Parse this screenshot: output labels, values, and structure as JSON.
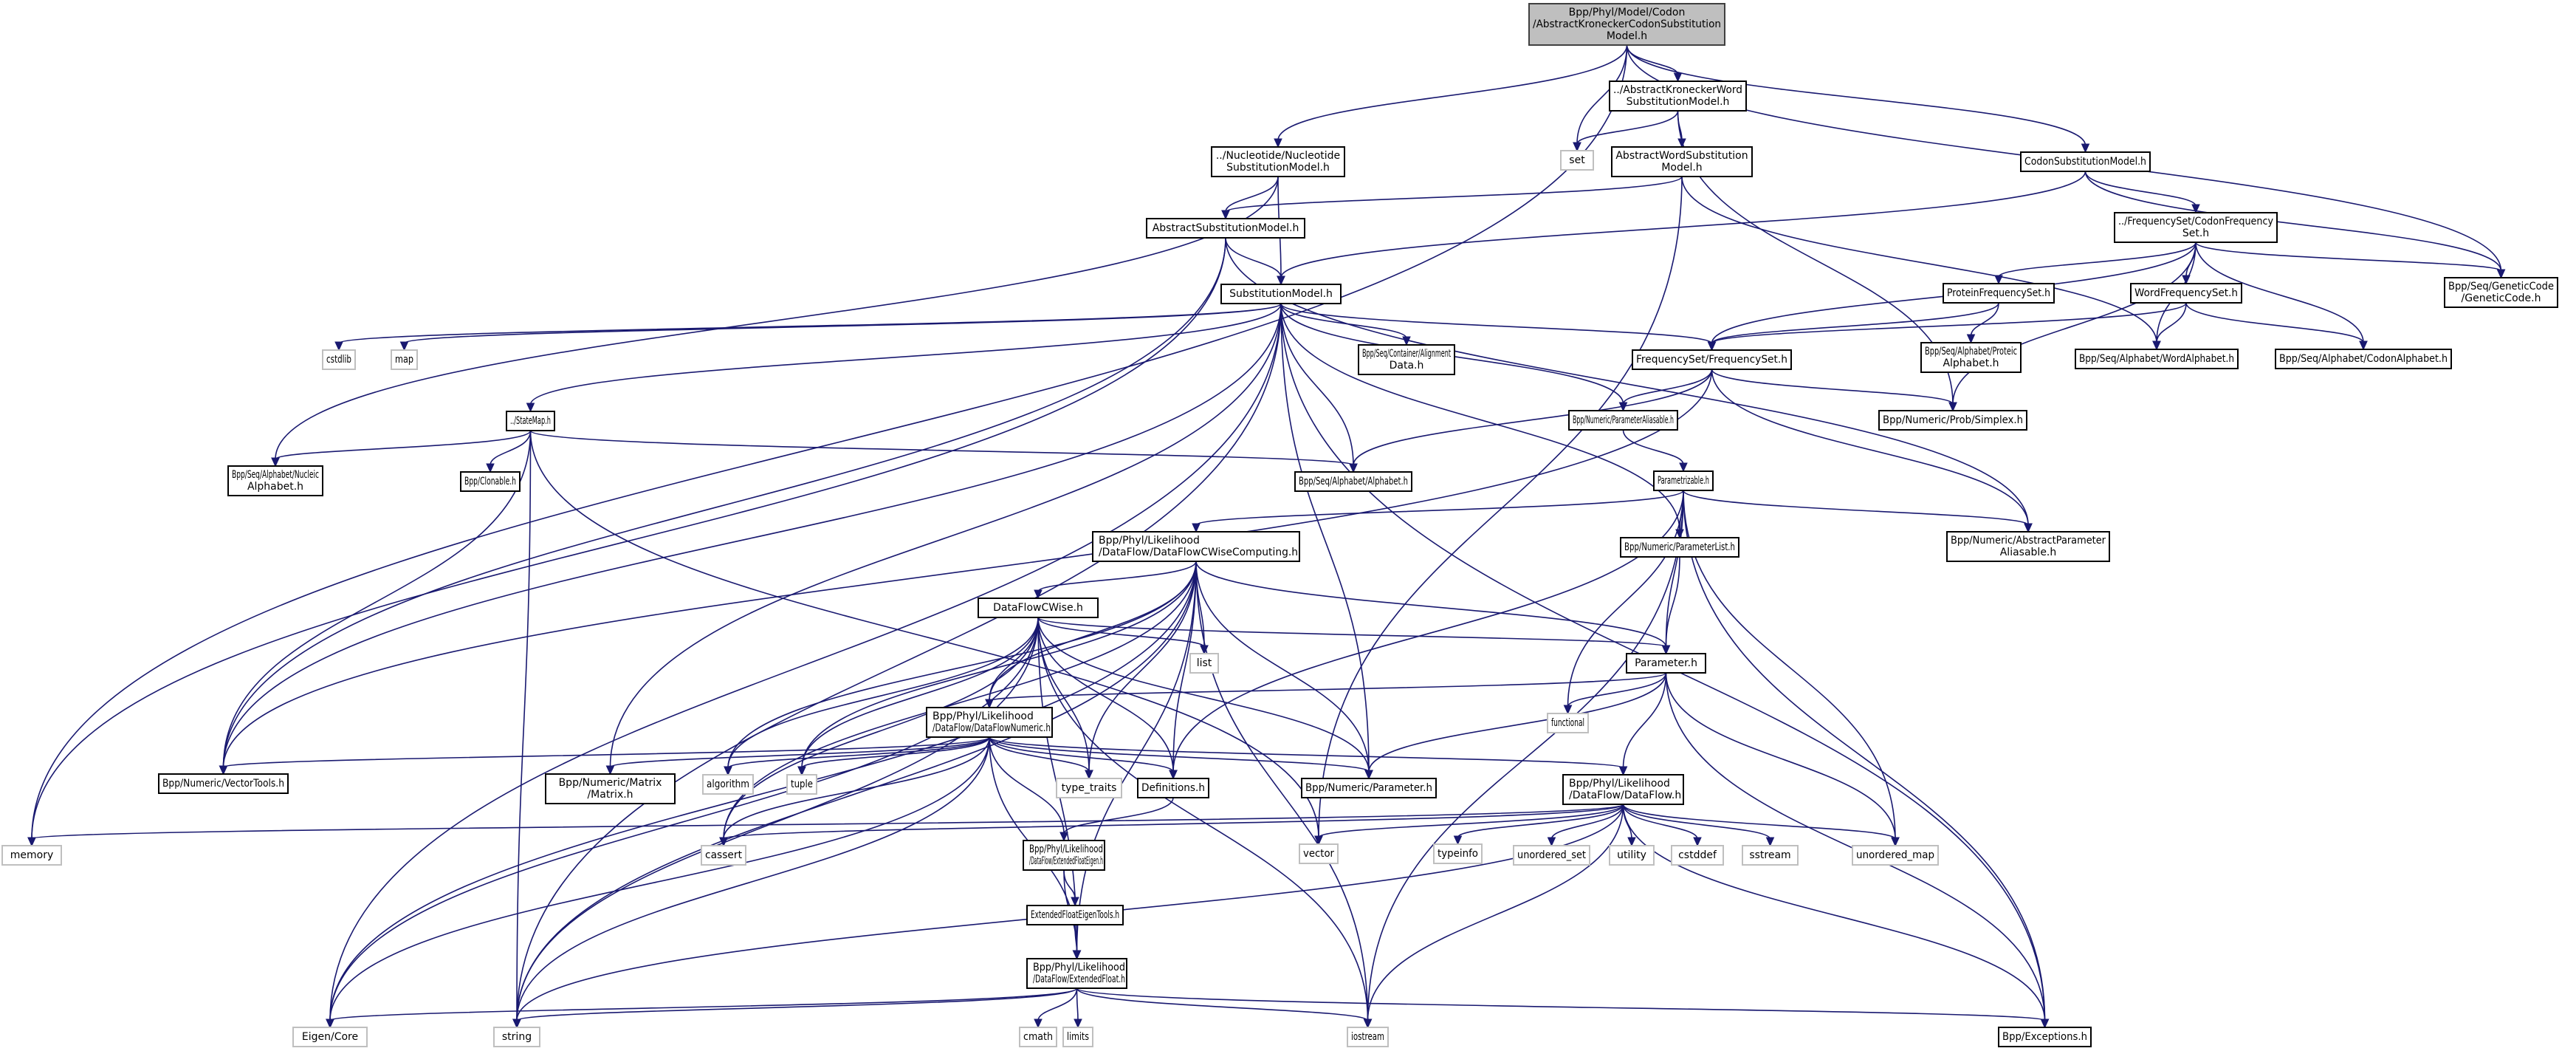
{
  "title": "Include dependency graph for AbstractKroneckerCodonSubstitutionModel.h",
  "colors": {
    "edge": "#191970",
    "root_fill": "#bfbfbf",
    "box_border": "#000000",
    "system_border": "#bfbfbf"
  },
  "nodes": [
    {
      "id": "root",
      "lines": [
        "Bpp/Phyl/Model/Codon",
        "/AbstractKroneckerCodonSubstitution",
        "Model.h"
      ],
      "kind": "root"
    },
    {
      "id": "akwsm",
      "lines": [
        "../AbstractKroneckerWord",
        "SubstitutionModel.h"
      ],
      "kind": "file"
    },
    {
      "id": "set",
      "lines": [
        "set"
      ],
      "kind": "system"
    },
    {
      "id": "awsm",
      "lines": [
        "AbstractWordSubstitution",
        "Model.h"
      ],
      "kind": "file"
    },
    {
      "id": "nsm",
      "lines": [
        "../Nucleotide/Nucleotide",
        "SubstitutionModel.h"
      ],
      "kind": "file"
    },
    {
      "id": "csm",
      "lines": [
        "CodonSubstitutionModel.h"
      ],
      "kind": "file"
    },
    {
      "id": "asm",
      "lines": [
        "AbstractSubstitutionModel.h"
      ],
      "kind": "file"
    },
    {
      "id": "cfs",
      "lines": [
        "../FrequencySet/CodonFrequency",
        "Set.h"
      ],
      "kind": "file"
    },
    {
      "id": "gc",
      "lines": [
        "Bpp/Seq/GeneticCode",
        "/GeneticCode.h"
      ],
      "kind": "file"
    },
    {
      "id": "sm",
      "lines": [
        "SubstitutionModel.h"
      ],
      "kind": "file"
    },
    {
      "id": "pfs",
      "lines": [
        "ProteinFrequencySet.h"
      ],
      "kind": "file"
    },
    {
      "id": "wfs",
      "lines": [
        "WordFrequencySet.h"
      ],
      "kind": "file"
    },
    {
      "id": "cstdlib",
      "lines": [
        "cstdlib"
      ],
      "kind": "system"
    },
    {
      "id": "map",
      "lines": [
        "map"
      ],
      "kind": "system"
    },
    {
      "id": "aldata",
      "lines": [
        "Bpp/Seq/Container/Alignment",
        "Data.h"
      ],
      "kind": "file"
    },
    {
      "id": "fs",
      "lines": [
        "FrequencySet/FrequencySet.h"
      ],
      "kind": "file"
    },
    {
      "id": "protalpha",
      "lines": [
        "Bpp/Seq/Alphabet/Proteic",
        "Alphabet.h"
      ],
      "kind": "file"
    },
    {
      "id": "wordalpha",
      "lines": [
        "Bpp/Seq/Alphabet/WordAlphabet.h"
      ],
      "kind": "file"
    },
    {
      "id": "codonalpha",
      "lines": [
        "Bpp/Seq/Alphabet/CodonAlphabet.h"
      ],
      "kind": "file"
    },
    {
      "id": "statemap",
      "lines": [
        "../StateMap.h"
      ],
      "kind": "file"
    },
    {
      "id": "pal",
      "lines": [
        "Bpp/Numeric/ParameterAliasable.h"
      ],
      "kind": "file"
    },
    {
      "id": "simplex",
      "lines": [
        "Bpp/Numeric/Prob/Simplex.h"
      ],
      "kind": "file"
    },
    {
      "id": "nucalpha",
      "lines": [
        "Bpp/Seq/Alphabet/Nucleic",
        "Alphabet.h"
      ],
      "kind": "file"
    },
    {
      "id": "clonable",
      "lines": [
        "Bpp/Clonable.h"
      ],
      "kind": "file"
    },
    {
      "id": "alpha",
      "lines": [
        "Bpp/Seq/Alphabet/Alphabet.h"
      ],
      "kind": "file"
    },
    {
      "id": "paramz",
      "lines": [
        "Parametrizable.h"
      ],
      "kind": "file"
    },
    {
      "id": "dfcwc",
      "lines": [
        "Bpp/Phyl/Likelihood",
        "/DataFlow/DataFlowCWiseComputing.h"
      ],
      "kind": "file",
      "align": "left"
    },
    {
      "id": "plist",
      "lines": [
        "Bpp/Numeric/ParameterList.h"
      ],
      "kind": "file"
    },
    {
      "id": "apal",
      "lines": [
        "Bpp/Numeric/AbstractParameter",
        "Aliasable.h"
      ],
      "kind": "file"
    },
    {
      "id": "dfcw",
      "lines": [
        "DataFlowCWise.h"
      ],
      "kind": "file"
    },
    {
      "id": "list",
      "lines": [
        "list"
      ],
      "kind": "system"
    },
    {
      "id": "param",
      "lines": [
        "Parameter.h"
      ],
      "kind": "file"
    },
    {
      "id": "functional",
      "lines": [
        "functional"
      ],
      "kind": "system"
    },
    {
      "id": "dfnum",
      "lines": [
        "Bpp/Phyl/Likelihood",
        "/DataFlow/DataFlowNumeric.h"
      ],
      "kind": "file",
      "align": "left"
    },
    {
      "id": "vtools",
      "lines": [
        "Bpp/Numeric/VectorTools.h"
      ],
      "kind": "file"
    },
    {
      "id": "matrix",
      "lines": [
        "Bpp/Numeric/Matrix",
        "/Matrix.h"
      ],
      "kind": "file"
    },
    {
      "id": "algorithm",
      "lines": [
        "algorithm"
      ],
      "kind": "system"
    },
    {
      "id": "tuple",
      "lines": [
        "tuple"
      ],
      "kind": "system"
    },
    {
      "id": "typetraits",
      "lines": [
        "type_traits"
      ],
      "kind": "system"
    },
    {
      "id": "defs",
      "lines": [
        "Definitions.h"
      ],
      "kind": "file"
    },
    {
      "id": "nparam",
      "lines": [
        "Bpp/Numeric/Parameter.h"
      ],
      "kind": "file"
    },
    {
      "id": "dataflow",
      "lines": [
        "Bpp/Phyl/Likelihood",
        "/DataFlow/DataFlow.h"
      ],
      "kind": "file",
      "align": "left"
    },
    {
      "id": "memory",
      "lines": [
        "memory"
      ],
      "kind": "system"
    },
    {
      "id": "cassert",
      "lines": [
        "cassert"
      ],
      "kind": "system"
    },
    {
      "id": "efe",
      "lines": [
        "Bpp/Phyl/Likelihood",
        "/DataFlow/ExtendedFloatEigen.h"
      ],
      "kind": "file",
      "align": "left"
    },
    {
      "id": "vector",
      "lines": [
        "vector"
      ],
      "kind": "system"
    },
    {
      "id": "typeinfo",
      "lines": [
        "typeinfo"
      ],
      "kind": "system"
    },
    {
      "id": "uset",
      "lines": [
        "unordered_set"
      ],
      "kind": "system"
    },
    {
      "id": "utility",
      "lines": [
        "utility"
      ],
      "kind": "system"
    },
    {
      "id": "cstddef",
      "lines": [
        "cstddef"
      ],
      "kind": "system"
    },
    {
      "id": "sstream",
      "lines": [
        "sstream"
      ],
      "kind": "system"
    },
    {
      "id": "umap",
      "lines": [
        "unordered_map"
      ],
      "kind": "system"
    },
    {
      "id": "efet",
      "lines": [
        "ExtendedFloatEigenTools.h"
      ],
      "kind": "file"
    },
    {
      "id": "ef",
      "lines": [
        "Bpp/Phyl/Likelihood",
        "/DataFlow/ExtendedFloat.h"
      ],
      "kind": "file",
      "align": "left"
    },
    {
      "id": "eigen",
      "lines": [
        "Eigen/Core"
      ],
      "kind": "system"
    },
    {
      "id": "string",
      "lines": [
        "string"
      ],
      "kind": "system"
    },
    {
      "id": "cmath",
      "lines": [
        "cmath"
      ],
      "kind": "system"
    },
    {
      "id": "limits",
      "lines": [
        "limits"
      ],
      "kind": "system"
    },
    {
      "id": "iostream",
      "lines": [
        "iostream"
      ],
      "kind": "system"
    },
    {
      "id": "exceptions",
      "lines": [
        "Bpp/Exceptions.h"
      ],
      "kind": "file"
    }
  ],
  "edges": [
    [
      "root",
      "akwsm"
    ],
    [
      "root",
      "set"
    ],
    [
      "root",
      "nsm"
    ],
    [
      "root",
      "csm"
    ],
    [
      "root",
      "gc"
    ],
    [
      "root",
      "memory"
    ],
    [
      "akwsm",
      "set"
    ],
    [
      "akwsm",
      "awsm"
    ],
    [
      "akwsm",
      "simplex"
    ],
    [
      "awsm",
      "asm"
    ],
    [
      "awsm",
      "wordalpha"
    ],
    [
      "awsm",
      "vector"
    ],
    [
      "nsm",
      "asm"
    ],
    [
      "nsm",
      "sm"
    ],
    [
      "nsm",
      "nucalpha"
    ],
    [
      "csm",
      "sm"
    ],
    [
      "csm",
      "cfs"
    ],
    [
      "csm",
      "gc"
    ],
    [
      "asm",
      "sm"
    ],
    [
      "asm",
      "vtools"
    ],
    [
      "asm",
      "memory"
    ],
    [
      "asm",
      "apal"
    ],
    [
      "cfs",
      "fs"
    ],
    [
      "cfs",
      "pfs"
    ],
    [
      "cfs",
      "wfs"
    ],
    [
      "cfs",
      "codonalpha"
    ],
    [
      "cfs",
      "gc"
    ],
    [
      "cfs",
      "wordalpha"
    ],
    [
      "cfs",
      "simplex"
    ],
    [
      "pfs",
      "fs"
    ],
    [
      "pfs",
      "protalpha"
    ],
    [
      "wfs",
      "fs"
    ],
    [
      "wfs",
      "wordalpha"
    ],
    [
      "wfs",
      "codonalpha"
    ],
    [
      "sm",
      "cstdlib"
    ],
    [
      "sm",
      "map"
    ],
    [
      "sm",
      "aldata"
    ],
    [
      "sm",
      "fs"
    ],
    [
      "sm",
      "statemap"
    ],
    [
      "sm",
      "pal"
    ],
    [
      "sm",
      "alpha"
    ],
    [
      "sm",
      "vtools"
    ],
    [
      "sm",
      "matrix"
    ],
    [
      "sm",
      "eigen"
    ],
    [
      "sm",
      "string"
    ],
    [
      "sm",
      "plist"
    ],
    [
      "sm",
      "nparam"
    ],
    [
      "sm",
      "exceptions"
    ],
    [
      "fs",
      "pal"
    ],
    [
      "fs",
      "simplex"
    ],
    [
      "fs",
      "alpha"
    ],
    [
      "fs",
      "vtools"
    ],
    [
      "fs",
      "apal"
    ],
    [
      "statemap",
      "nucalpha"
    ],
    [
      "statemap",
      "clonable"
    ],
    [
      "statemap",
      "alpha"
    ],
    [
      "statemap",
      "vtools"
    ],
    [
      "statemap",
      "string"
    ],
    [
      "statemap",
      "vector"
    ],
    [
      "pal",
      "paramz"
    ],
    [
      "paramz",
      "dfcwc"
    ],
    [
      "paramz",
      "plist"
    ],
    [
      "paramz",
      "apal"
    ],
    [
      "paramz",
      "param"
    ],
    [
      "paramz",
      "functional"
    ],
    [
      "paramz",
      "defs"
    ],
    [
      "paramz",
      "umap"
    ],
    [
      "paramz",
      "iostream"
    ],
    [
      "paramz",
      "exceptions"
    ],
    [
      "plist",
      "param"
    ],
    [
      "dfcwc",
      "dfcw"
    ],
    [
      "dfcwc",
      "list"
    ],
    [
      "dfcwc",
      "dfnum"
    ],
    [
      "dfcwc",
      "param"
    ],
    [
      "dfcwc",
      "nparam"
    ],
    [
      "dfcwc",
      "typetraits"
    ],
    [
      "dfcwc",
      "defs"
    ],
    [
      "dfcwc",
      "algorithm"
    ],
    [
      "dfcwc",
      "tuple"
    ],
    [
      "dfcwc",
      "eigen"
    ],
    [
      "dfcwc",
      "string"
    ],
    [
      "dfcwc",
      "cassert"
    ],
    [
      "dfcwc",
      "ef"
    ],
    [
      "dfcwc",
      "iostream"
    ],
    [
      "dfcw",
      "list"
    ],
    [
      "dfcw",
      "dfnum"
    ],
    [
      "dfcw",
      "param"
    ],
    [
      "dfcw",
      "nparam"
    ],
    [
      "dfcw",
      "typetraits"
    ],
    [
      "dfcw",
      "defs"
    ],
    [
      "dfcw",
      "algorithm"
    ],
    [
      "dfcw",
      "tuple"
    ],
    [
      "dfcw",
      "eigen"
    ],
    [
      "dfcw",
      "string"
    ],
    [
      "dfcw",
      "cassert"
    ],
    [
      "dfcw",
      "ef"
    ],
    [
      "dfcw",
      "iostream"
    ],
    [
      "param",
      "dfnum"
    ],
    [
      "param",
      "functional"
    ],
    [
      "param",
      "dataflow"
    ],
    [
      "param",
      "nparam"
    ],
    [
      "param",
      "umap"
    ],
    [
      "param",
      "exceptions"
    ],
    [
      "dfnum",
      "vtools"
    ],
    [
      "dfnum",
      "matrix"
    ],
    [
      "dfnum",
      "algorithm"
    ],
    [
      "dfnum",
      "tuple"
    ],
    [
      "dfnum",
      "typetraits"
    ],
    [
      "dfnum",
      "defs"
    ],
    [
      "dfnum",
      "nparam"
    ],
    [
      "dfnum",
      "dataflow"
    ],
    [
      "dfnum",
      "cassert"
    ],
    [
      "dfnum",
      "efe"
    ],
    [
      "dfnum",
      "ef"
    ],
    [
      "dfnum",
      "eigen"
    ],
    [
      "dfnum",
      "string"
    ],
    [
      "dataflow",
      "memory"
    ],
    [
      "dataflow",
      "cassert"
    ],
    [
      "dataflow",
      "vector"
    ],
    [
      "dataflow",
      "typeinfo"
    ],
    [
      "dataflow",
      "uset"
    ],
    [
      "dataflow",
      "utility"
    ],
    [
      "dataflow",
      "cstddef"
    ],
    [
      "dataflow",
      "sstream"
    ],
    [
      "dataflow",
      "umap"
    ],
    [
      "dataflow",
      "iostream"
    ],
    [
      "dataflow",
      "string"
    ],
    [
      "dataflow",
      "exceptions"
    ],
    [
      "defs",
      "efe"
    ],
    [
      "efe",
      "efet"
    ],
    [
      "efe",
      "ef"
    ],
    [
      "efet",
      "ef"
    ],
    [
      "ef",
      "eigen"
    ],
    [
      "ef",
      "string"
    ],
    [
      "ef",
      "cmath"
    ],
    [
      "ef",
      "limits"
    ],
    [
      "ef",
      "iostream"
    ],
    [
      "ef",
      "exceptions"
    ]
  ]
}
